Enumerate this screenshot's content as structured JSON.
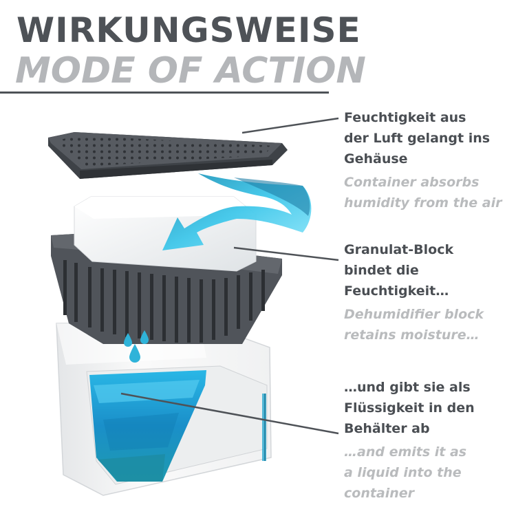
{
  "title": {
    "german": "WIRKUNGSWEISE",
    "english": "MODE OF ACTION"
  },
  "steps": [
    {
      "german": [
        "Feuchtigkeit aus",
        "der Luft gelangt ins",
        "Gehäuse"
      ],
      "english": [
        "Container absorbs",
        "humidity from the air"
      ]
    },
    {
      "german": [
        "Granulat-Block",
        "bindet die",
        "Feuchtigkeit…"
      ],
      "english": [
        "Dehumidifier block",
        "retains moisture…"
      ]
    },
    {
      "german": [
        "…und gibt sie als",
        "Flüssigkeit in den",
        "Behälter ab"
      ],
      "english": [
        "…and emits it as",
        "a liquid into the",
        "container"
      ]
    }
  ],
  "colors": {
    "dark_gray": "#4e5257",
    "light_gray": "#b4b6b9",
    "lid": "#4b4f54",
    "water": "#2fb3d9",
    "container": "#f4f4f4"
  },
  "icons": [
    "lid-grid",
    "moisture-arrow",
    "dehumidifier-block",
    "basket",
    "water-drop",
    "water-container",
    "water-level-indicator"
  ]
}
